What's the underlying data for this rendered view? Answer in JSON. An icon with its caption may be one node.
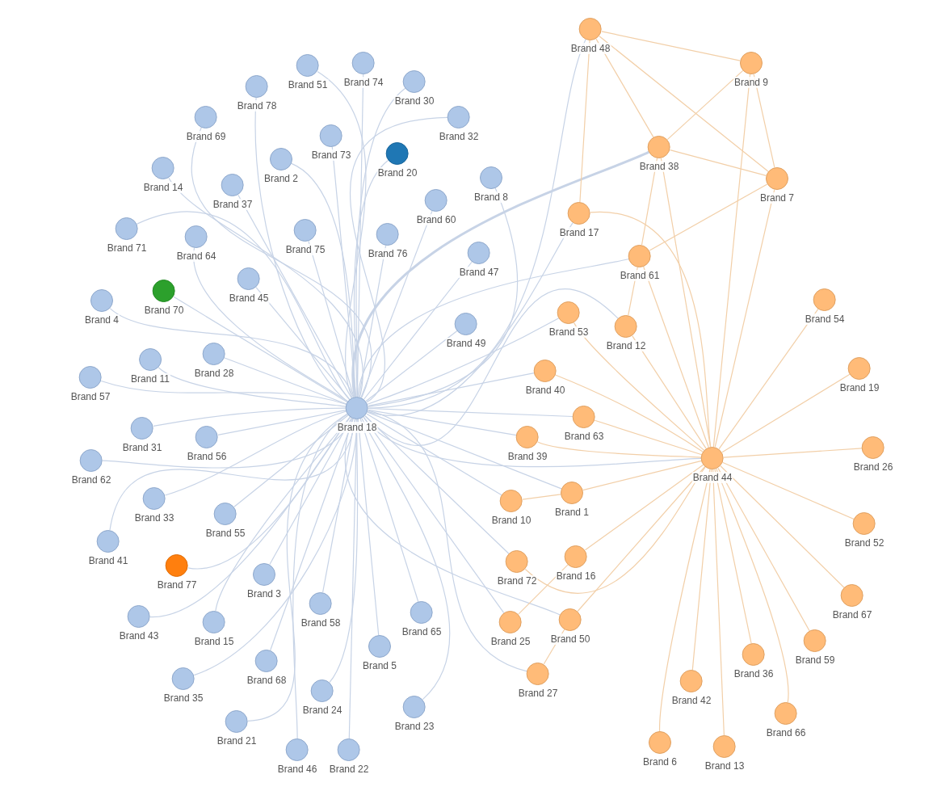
{
  "diagram": {
    "nodes": [
      {
        "text": [
          "Brand 48"
        ]
      },
      {
        "text": [
          "Brand 74"
        ]
      },
      {
        "text": [
          "Brand 9"
        ]
      },
      {
        "text": [
          "Brand 51"
        ]
      },
      {
        "text": [
          "Brand 30"
        ]
      },
      {
        "text": [
          "Brand 78"
        ]
      },
      {
        "text": [
          "Brand 32"
        ]
      },
      {
        "text": [
          "Brand 69"
        ]
      },
      {
        "text": [
          "Brand 73"
        ]
      },
      {
        "text": [
          "Brand 38"
        ]
      },
      {
        "text": [
          "Brand 20"
        ]
      },
      {
        "text": [
          "Brand 2"
        ]
      },
      {
        "text": [
          "Brand 14"
        ]
      },
      {
        "text": [
          "Brand 8"
        ]
      },
      {
        "text": [
          "Brand 7"
        ]
      },
      {
        "text": [
          "Brand 37"
        ]
      },
      {
        "text": [
          "Brand 60"
        ]
      },
      {
        "text": [
          "Brand 17"
        ]
      },
      {
        "text": [
          "Brand 71"
        ]
      },
      {
        "text": [
          "Brand 75"
        ]
      },
      {
        "text": [
          "Brand 76"
        ]
      },
      {
        "text": [
          "Brand 64"
        ]
      },
      {
        "text": [
          "Brand 47"
        ]
      },
      {
        "text": [
          "Brand 61"
        ]
      },
      {
        "text": [
          "Brand 45"
        ]
      },
      {
        "text": [
          "Brand 70"
        ]
      },
      {
        "text": [
          "Brand 54"
        ]
      },
      {
        "text": [
          "Brand 4"
        ]
      },
      {
        "text": [
          "Brand 53"
        ]
      },
      {
        "text": [
          "Brand 49"
        ]
      },
      {
        "text": [
          "Brand 12"
        ]
      },
      {
        "text": [
          "Brand 28"
        ]
      },
      {
        "text": [
          "Brand 11"
        ]
      },
      {
        "text": [
          "Brand 19"
        ]
      },
      {
        "text": [
          "Brand 40"
        ]
      },
      {
        "text": [
          "Brand 57"
        ]
      },
      {
        "text": [
          "Brand 18"
        ]
      },
      {
        "text": [
          "Brand 63"
        ]
      },
      {
        "text": [
          "Brand 31"
        ]
      },
      {
        "text": [
          "Brand 39"
        ]
      },
      {
        "text": [
          "Brand 56"
        ]
      },
      {
        "text": [
          "Brand 26"
        ]
      },
      {
        "text": [
          "Brand 44"
        ]
      },
      {
        "text": [
          "Brand 62"
        ]
      },
      {
        "text": [
          "Brand 1"
        ]
      },
      {
        "text": [
          "Brand 33"
        ]
      },
      {
        "text": [
          "Brand 10"
        ]
      },
      {
        "text": [
          "Brand 55"
        ]
      },
      {
        "text": [
          "Brand 52"
        ]
      },
      {
        "text": [
          "Brand 41"
        ]
      },
      {
        "text": [
          "Brand 16"
        ]
      },
      {
        "text": [
          "Brand 72"
        ]
      },
      {
        "text": [
          "Brand 77"
        ]
      },
      {
        "text": [
          "Brand 3"
        ]
      },
      {
        "text": [
          "Brand 67"
        ]
      },
      {
        "text": [
          "Brand 58"
        ]
      },
      {
        "text": [
          "Brand 43"
        ]
      },
      {
        "text": [
          "Brand 65"
        ]
      },
      {
        "text": [
          "Brand 50"
        ]
      },
      {
        "text": [
          "Brand 15"
        ]
      },
      {
        "text": [
          "Brand 25"
        ]
      },
      {
        "text": [
          "Brand 59"
        ]
      },
      {
        "text": [
          "Brand 5"
        ]
      },
      {
        "text": [
          "Brand 36"
        ]
      },
      {
        "text": [
          "Brand 68"
        ]
      },
      {
        "text": [
          "Brand 27"
        ]
      },
      {
        "text": [
          "Brand 35"
        ]
      },
      {
        "text": [
          "Brand 42"
        ]
      },
      {
        "text": [
          "Brand 24"
        ]
      },
      {
        "text": [
          "Brand 23"
        ]
      },
      {
        "text": [
          "Brand 66"
        ]
      },
      {
        "text": [
          "Brand 21"
        ]
      },
      {
        "text": [
          "Brand 6"
        ]
      },
      {
        "text": [
          "Brand 22"
        ]
      },
      {
        "text": [
          "Brand 13"
        ]
      },
      {
        "text": [
          "Brand 46"
        ]
      }
    ],
    "edges": [
      {
        "from": 36,
        "to": 1,
        "arrow": "none"
      },
      {
        "from": 36,
        "to": 3,
        "arrow": "none"
      },
      {
        "from": 36,
        "to": 4,
        "arrow": "none"
      },
      {
        "from": 36,
        "to": 5,
        "arrow": "none"
      },
      {
        "from": 36,
        "to": 6,
        "arrow": "none"
      },
      {
        "from": 36,
        "to": 7,
        "arrow": "none"
      },
      {
        "from": 36,
        "to": 8,
        "arrow": "none"
      },
      {
        "from": 36,
        "to": 10,
        "arrow": "none"
      },
      {
        "from": 36,
        "to": 11,
        "arrow": "none"
      },
      {
        "from": 36,
        "to": 12,
        "arrow": "none"
      },
      {
        "from": 36,
        "to": 13,
        "arrow": "none"
      },
      {
        "from": 36,
        "to": 15,
        "arrow": "none"
      },
      {
        "from": 36,
        "to": 16,
        "arrow": "none"
      },
      {
        "from": 36,
        "to": 18,
        "arrow": "none"
      },
      {
        "from": 36,
        "to": 19,
        "arrow": "none"
      },
      {
        "from": 36,
        "to": 20,
        "arrow": "none"
      },
      {
        "from": 36,
        "to": 21,
        "arrow": "none"
      },
      {
        "from": 36,
        "to": 22,
        "arrow": "none"
      },
      {
        "from": 36,
        "to": 24,
        "arrow": "none"
      },
      {
        "from": 36,
        "to": 25,
        "arrow": "none"
      },
      {
        "from": 36,
        "to": 27,
        "arrow": "none"
      },
      {
        "from": 36,
        "to": 29,
        "arrow": "none"
      },
      {
        "from": 36,
        "to": 31,
        "arrow": "none"
      },
      {
        "from": 36,
        "to": 32,
        "arrow": "none"
      },
      {
        "from": 36,
        "to": 35,
        "arrow": "none"
      },
      {
        "from": 36,
        "to": 38,
        "arrow": "none"
      },
      {
        "from": 36,
        "to": 40,
        "arrow": "none"
      },
      {
        "from": 36,
        "to": 43,
        "arrow": "none"
      },
      {
        "from": 36,
        "to": 45,
        "arrow": "none"
      },
      {
        "from": 36,
        "to": 47,
        "arrow": "none"
      },
      {
        "from": 36,
        "to": 49,
        "arrow": "none"
      },
      {
        "from": 36,
        "to": 52,
        "arrow": "none"
      },
      {
        "from": 36,
        "to": 53,
        "arrow": "none"
      },
      {
        "from": 36,
        "to": 55,
        "arrow": "none"
      },
      {
        "from": 36,
        "to": 56,
        "arrow": "none"
      },
      {
        "from": 36,
        "to": 57,
        "arrow": "none"
      },
      {
        "from": 36,
        "to": 59,
        "arrow": "none"
      },
      {
        "from": 36,
        "to": 62,
        "arrow": "none"
      },
      {
        "from": 36,
        "to": 64,
        "arrow": "none"
      },
      {
        "from": 36,
        "to": 66,
        "arrow": "none"
      },
      {
        "from": 36,
        "to": 68,
        "arrow": "none"
      },
      {
        "from": 36,
        "to": 69,
        "arrow": "none"
      },
      {
        "from": 36,
        "to": 71,
        "arrow": "none"
      },
      {
        "from": 36,
        "to": 73,
        "arrow": "none"
      },
      {
        "from": 36,
        "to": 75,
        "arrow": "none"
      },
      {
        "from": 36,
        "to": 0,
        "arrow": "none"
      },
      {
        "from": 36,
        "to": 17,
        "arrow": "none"
      },
      {
        "from": 36,
        "to": 9,
        "arrow": "none",
        "style": "thick"
      },
      {
        "from": 36,
        "to": 23,
        "arrow": "none"
      },
      {
        "from": 36,
        "to": 28,
        "arrow": "none"
      },
      {
        "from": 36,
        "to": 30,
        "arrow": "none"
      },
      {
        "from": 36,
        "to": 34,
        "arrow": "none"
      },
      {
        "from": 36,
        "to": 37,
        "arrow": "none"
      },
      {
        "from": 36,
        "to": 39,
        "arrow": "none"
      },
      {
        "from": 36,
        "to": 42,
        "arrow": "none"
      },
      {
        "from": 36,
        "to": 44,
        "arrow": "none"
      },
      {
        "from": 36,
        "to": 46,
        "arrow": "none"
      },
      {
        "from": 36,
        "to": 51,
        "arrow": "none"
      },
      {
        "from": 36,
        "to": 58,
        "arrow": "none"
      },
      {
        "from": 36,
        "to": 60,
        "arrow": "none"
      },
      {
        "from": 36,
        "to": 65,
        "arrow": "none"
      },
      {
        "from": 0,
        "to": 2,
        "arrow": "none",
        "color": "#f2cfa8"
      },
      {
        "from": 0,
        "to": 17,
        "arrow": "none",
        "color": "#f2cfa8"
      },
      {
        "from": 0,
        "to": 9,
        "arrow": "none",
        "color": "#f2cfa8"
      },
      {
        "from": 0,
        "to": 14,
        "arrow": "none",
        "color": "#f2cfa8"
      },
      {
        "from": 2,
        "to": 9,
        "arrow": "none",
        "color": "#f2cfa8"
      },
      {
        "from": 2,
        "to": 14,
        "arrow": "none",
        "color": "#f2cfa8"
      },
      {
        "from": 2,
        "to": 42,
        "arrow": "none",
        "color": "#f2cfa8"
      },
      {
        "from": 9,
        "to": 14,
        "arrow": "none",
        "color": "#f2cfa8"
      },
      {
        "from": 9,
        "to": 23,
        "arrow": "none",
        "color": "#f2cfa8"
      },
      {
        "from": 9,
        "to": 42,
        "arrow": "none",
        "color": "#f2cfa8"
      },
      {
        "from": 14,
        "to": 23,
        "arrow": "none",
        "color": "#f2cfa8"
      },
      {
        "from": 14,
        "to": 42,
        "arrow": "none",
        "color": "#f2cfa8"
      },
      {
        "from": 17,
        "to": 42,
        "arrow": "none",
        "color": "#f2cfa8"
      },
      {
        "from": 23,
        "to": 30,
        "arrow": "none",
        "color": "#f2cfa8"
      },
      {
        "from": 23,
        "to": 42,
        "arrow": "none",
        "color": "#f2cfa8"
      },
      {
        "from": 28,
        "to": 42,
        "arrow": "none",
        "color": "#f2cfa8"
      },
      {
        "from": 30,
        "to": 42,
        "arrow": "none",
        "color": "#f2cfa8"
      },
      {
        "from": 34,
        "to": 42,
        "arrow": "none",
        "color": "#f2cfa8"
      },
      {
        "from": 37,
        "to": 42,
        "arrow": "none",
        "color": "#f2cfa8"
      },
      {
        "from": 39,
        "to": 42,
        "arrow": "none",
        "color": "#f2cfa8"
      },
      {
        "from": 44,
        "to": 42,
        "arrow": "none",
        "color": "#f2cfa8"
      },
      {
        "from": 46,
        "to": 44,
        "arrow": "none",
        "color": "#f2cfa8"
      },
      {
        "from": 51,
        "to": 42,
        "arrow": "none",
        "color": "#f2cfa8"
      },
      {
        "from": 50,
        "to": 42,
        "arrow": "none",
        "color": "#f2cfa8"
      },
      {
        "from": 60,
        "to": 50,
        "arrow": "none",
        "color": "#f2cfa8"
      },
      {
        "from": 58,
        "to": 42,
        "arrow": "none",
        "color": "#f2cfa8"
      },
      {
        "from": 58,
        "to": 65,
        "arrow": "none",
        "color": "#f2cfa8"
      },
      {
        "from": 42,
        "to": 26,
        "arrow": "none",
        "color": "#f2cfa8"
      },
      {
        "from": 42,
        "to": 33,
        "arrow": "none",
        "color": "#f2cfa8"
      },
      {
        "from": 42,
        "to": 41,
        "arrow": "none",
        "color": "#f2cfa8"
      },
      {
        "from": 42,
        "to": 48,
        "arrow": "none",
        "color": "#f2cfa8"
      },
      {
        "from": 42,
        "to": 54,
        "arrow": "none",
        "color": "#f2cfa8"
      },
      {
        "from": 42,
        "to": 61,
        "arrow": "none",
        "color": "#f2cfa8"
      },
      {
        "from": 42,
        "to": 63,
        "arrow": "none",
        "color": "#f2cfa8"
      },
      {
        "from": 42,
        "to": 70,
        "arrow": "none",
        "color": "#f2cfa8"
      },
      {
        "from": 42,
        "to": 74,
        "arrow": "none",
        "color": "#f2cfa8"
      },
      {
        "from": 42,
        "to": 67,
        "arrow": "none",
        "color": "#f2cfa8"
      },
      {
        "from": 42,
        "to": 72,
        "arrow": "none",
        "color": "#f2cfa8"
      }
    ]
  }
}
